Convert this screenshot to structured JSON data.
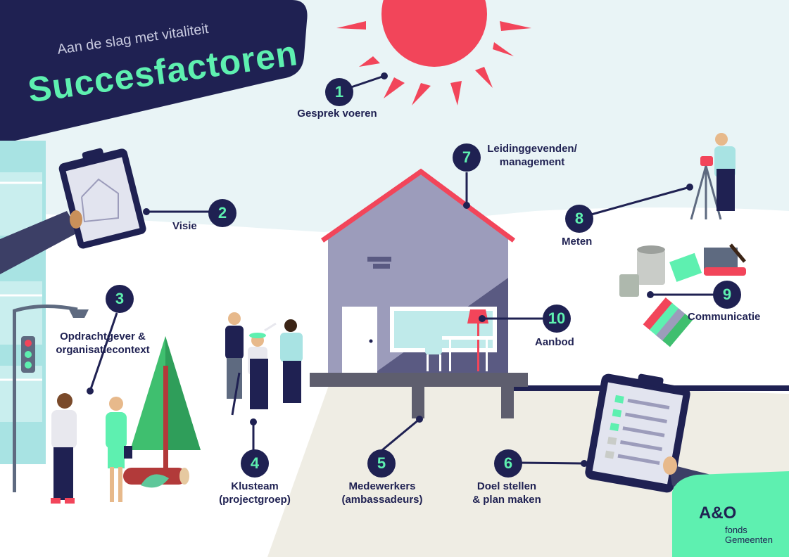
{
  "header": {
    "subtitle": "Aan de slag met vitaliteit",
    "title": "Succesfactoren"
  },
  "factors": [
    {
      "number": "1",
      "label": "Gesprek voeren"
    },
    {
      "number": "2",
      "label": "Visie"
    },
    {
      "number": "3",
      "label": "Opdrachtgever &\norganisatiecontext"
    },
    {
      "number": "4",
      "label": "Klusteam\n(projectgroep)"
    },
    {
      "number": "5",
      "label": "Medewerkers\n(ambassadeurs)"
    },
    {
      "number": "6",
      "label": "Doel stellen\n& plan maken"
    },
    {
      "number": "7",
      "label": "Leidinggevenden/\nmanagement"
    },
    {
      "number": "8",
      "label": "Meten"
    },
    {
      "number": "9",
      "label": "Communicatie"
    },
    {
      "number": "10",
      "label": "Aanbod"
    }
  ],
  "logo": {
    "mark": "A&O",
    "line1": "fonds",
    "line2": "Gemeenten"
  },
  "colors": {
    "navy": "#1f2152",
    "mint": "#5ef0b0",
    "sun": "#f2455a",
    "sky": "#e8f3f5",
    "house": "#9c9cbb"
  }
}
